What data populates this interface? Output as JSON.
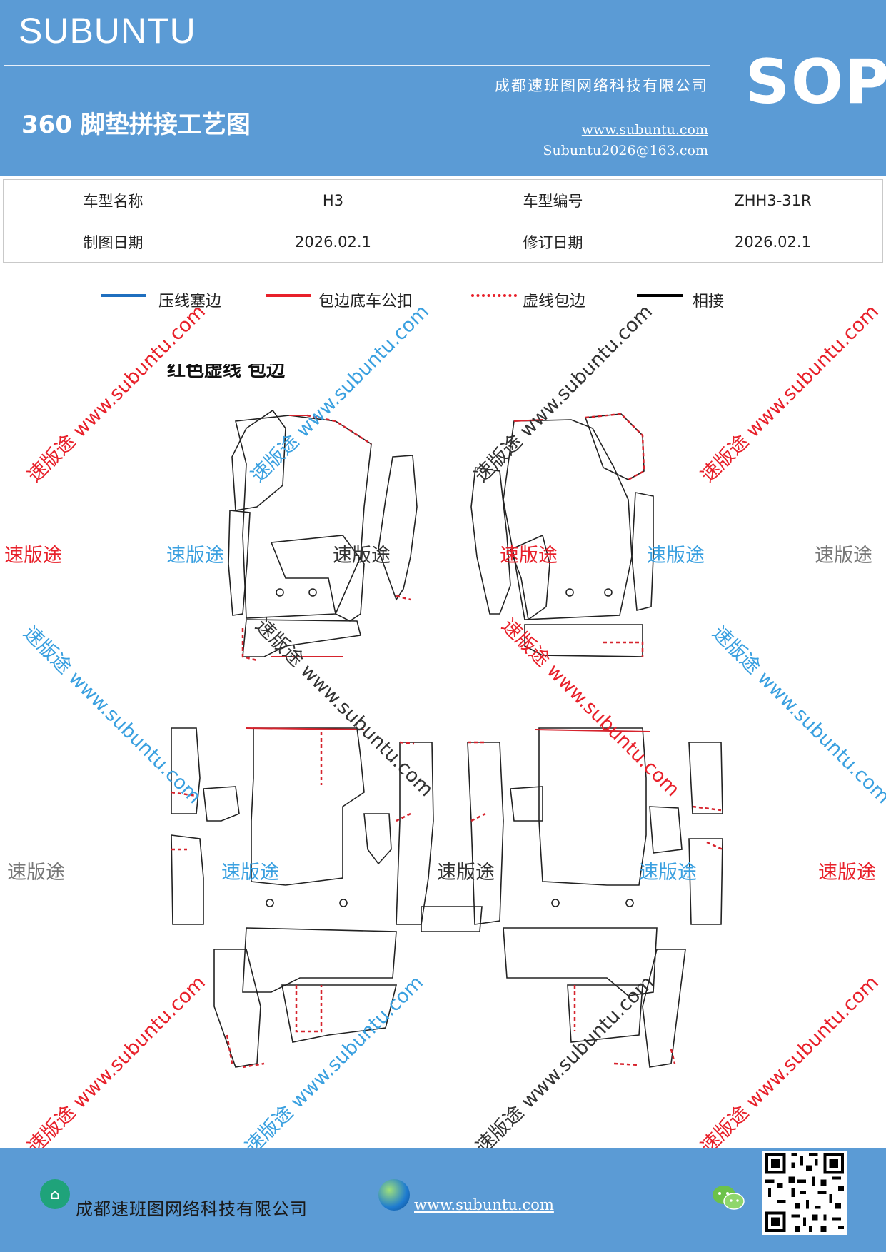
{
  "header": {
    "brand": "SUBUNTU",
    "title": "360 脚垫拼接工艺图",
    "company": "成都速班图网络科技有限公司",
    "website": "www.subuntu.com",
    "email": "Subuntu2026@163.com",
    "badge": "SOP"
  },
  "info_table": {
    "rows": [
      {
        "label1": "车型名称",
        "value1": "H3",
        "label2": "车型编号",
        "value2": "ZHH3-31R"
      },
      {
        "label1": "制图日期",
        "value1": "2026.02.1",
        "label2": "修订日期",
        "value2": "2026.02.1"
      }
    ]
  },
  "legend": {
    "items": [
      {
        "label": "压线塞边",
        "color": "#1f6fbf",
        "style": "solid"
      },
      {
        "label": "包边底车公扣",
        "color": "#e8202a",
        "style": "solid"
      },
      {
        "label": "虚线包边",
        "color": "#e8202a",
        "style": "dashed"
      },
      {
        "label": "相接",
        "color": "#000000",
        "style": "solid"
      }
    ]
  },
  "drawing": {
    "partial_caption": "红色虚线  包边"
  },
  "watermark": {
    "cn": "速版途",
    "url": "速版途 www.subuntu.com"
  },
  "footer": {
    "company": "成都速班图网络科技有限公司",
    "website": "www.subuntu.com",
    "icons": [
      "home-icon",
      "globe-icon",
      "wechat-icon",
      "qr-code"
    ]
  }
}
